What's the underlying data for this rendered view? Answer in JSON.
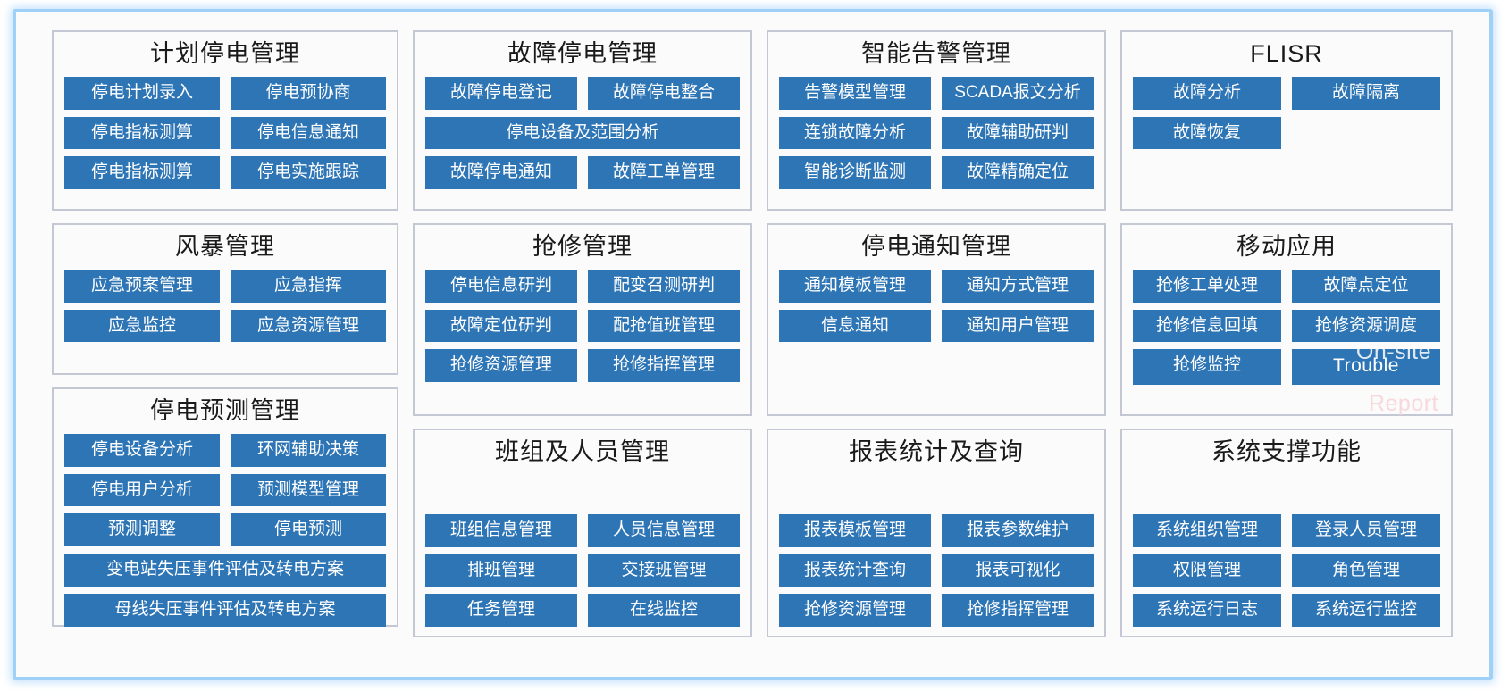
{
  "theme": {
    "button_color": "#2e75b6",
    "button_text_color": "#ffffff",
    "panel_border_color": "#c3c8d4",
    "frame_glow_color": "#9fd0f7",
    "background_color": "#fbfbfb",
    "title_color": "#1a1a1a"
  },
  "panels": {
    "planned_outage": {
      "title": "计划停电管理",
      "buttons": [
        "停电计划录入",
        "停电预协商",
        "停电指标测算",
        "停电信息通知",
        "停电指标测算",
        "停电实施跟踪"
      ]
    },
    "fault_outage": {
      "title": "故障停电管理",
      "buttons": [
        "故障停电登记",
        "故障停电整合",
        "停电设备及范围分析",
        "故障停电通知",
        "故障工单管理"
      ]
    },
    "smart_alarm": {
      "title": "智能告警管理",
      "buttons": [
        "告警模型管理",
        "SCADA报文分析",
        "连锁故障分析",
        "故障辅助研判",
        "智能诊断监测",
        "故障精确定位"
      ]
    },
    "flisr": {
      "title": "FLISR",
      "buttons": [
        "故障分析",
        "故障隔离",
        "故障恢复"
      ]
    },
    "storm": {
      "title": "风暴管理",
      "buttons": [
        "应急预案管理",
        "应急指挥",
        "应急监控",
        "应急资源管理"
      ]
    },
    "emergency_repair": {
      "title": "抢修管理",
      "buttons": [
        "停电信息研判",
        "配变召测研判",
        "故障定位研判",
        "配抢值班管理",
        "抢修资源管理",
        "抢修指挥管理"
      ]
    },
    "outage_notification": {
      "title": "停电通知管理",
      "buttons": [
        "通知模板管理",
        "通知方式管理",
        "信息通知",
        "通知用户管理"
      ]
    },
    "mobile_app": {
      "title": "移动应用",
      "buttons": [
        "抢修工单处理",
        "故障点定位",
        "抢修信息回填",
        "抢修资源调度",
        "抢修监控",
        "Trouble"
      ],
      "overlay_labels": [
        "On-site",
        "Report"
      ]
    },
    "outage_forecast": {
      "title": "停电预测管理",
      "buttons": [
        "停电设备分析",
        "环网辅助决策",
        "停电用户分析",
        "预测模型管理",
        "预测调整",
        "停电预测",
        "变电站失压事件评估及转电方案",
        "母线失压事件评估及转电方案"
      ]
    },
    "team_personnel": {
      "title": "班组及人员管理",
      "buttons": [
        "班组信息管理",
        "人员信息管理",
        "排班管理",
        "交接班管理",
        "任务管理",
        "在线监控"
      ]
    },
    "report_statistics": {
      "title": "报表统计及查询",
      "buttons": [
        "报表模板管理",
        "报表参数维护",
        "报表统计查询",
        "报表可视化",
        "抢修资源管理",
        "抢修指挥管理"
      ]
    },
    "system_support": {
      "title": "系统支撑功能",
      "buttons": [
        "系统组织管理",
        "登录人员管理",
        "权限管理",
        "角色管理",
        "系统运行日志",
        "系统运行监控"
      ]
    }
  }
}
